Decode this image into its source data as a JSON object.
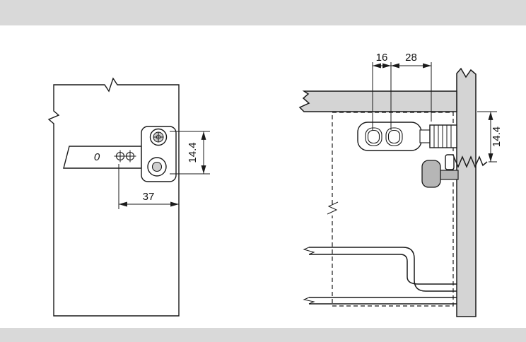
{
  "page": {
    "background": "#ffffff",
    "band_color": "#d9d9d9"
  },
  "colors": {
    "panel_fill": "#d4d4d4",
    "part_fill": "#ffffff",
    "knob_fill": "#b6b6b6",
    "line_color": "#1a1a1a"
  },
  "figures": {
    "left": {
      "label": "front-view",
      "marking": "0",
      "dims": {
        "width_37": "37",
        "height_14_4": "14.4"
      }
    },
    "right": {
      "label": "cross-section",
      "dims": {
        "spacing_16": "16",
        "spacing_28": "28",
        "height_14_4": "14.4"
      }
    }
  }
}
